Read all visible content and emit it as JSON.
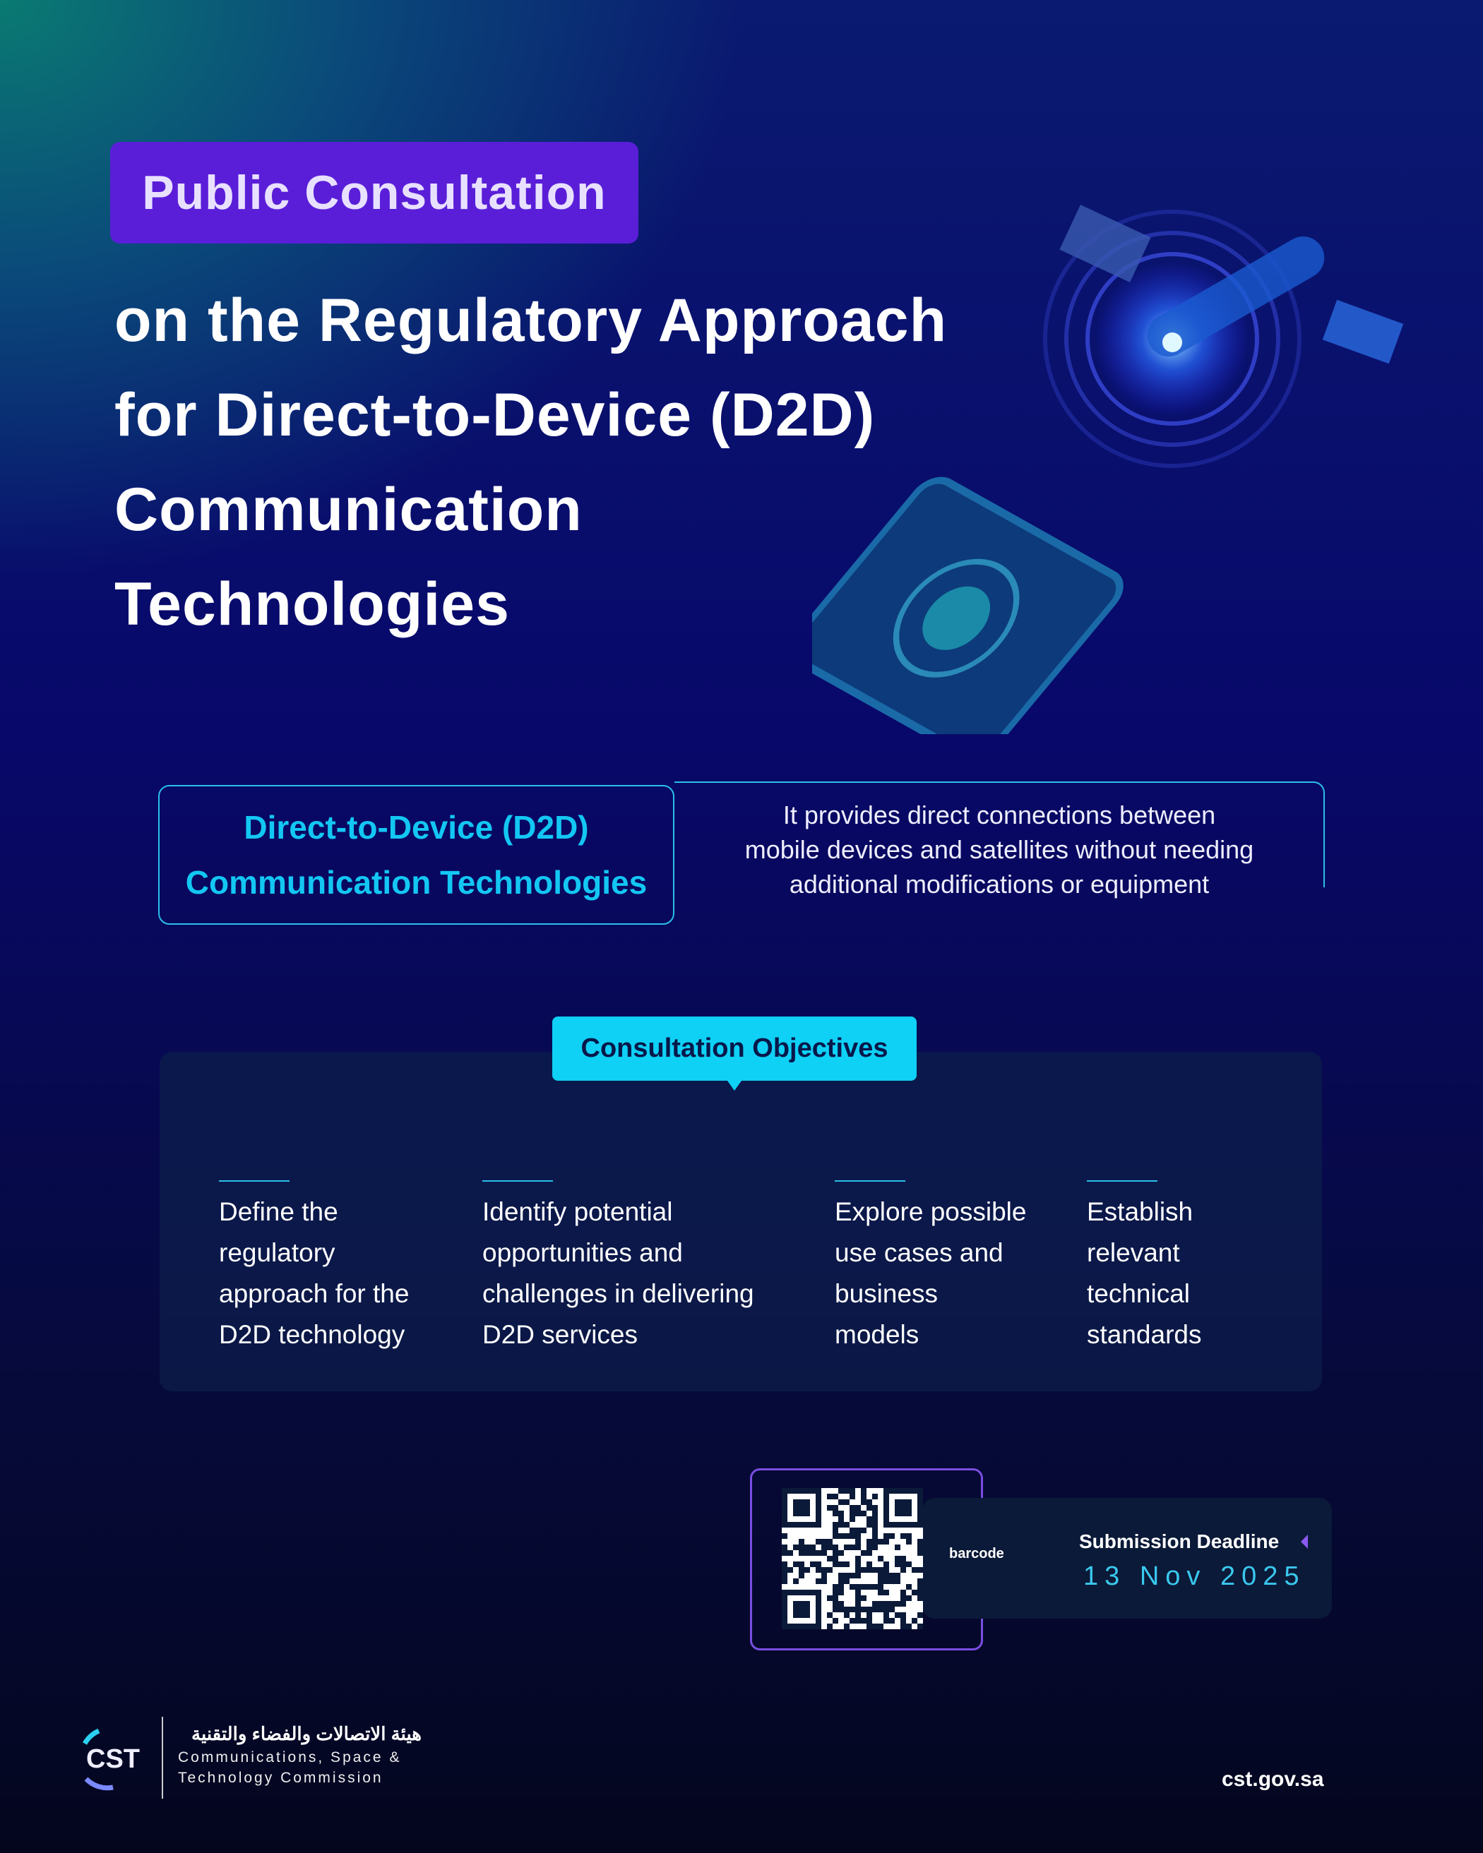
{
  "header": {
    "badge": "Public Consultation",
    "title_lines": [
      "on the Regulatory Approach",
      "for Direct-to-Device (D2D)",
      "Communication",
      "Technologies"
    ]
  },
  "definition": {
    "term_lines": [
      "Direct-to-Device (D2D)",
      "Communication Technologies"
    ],
    "description_lines": [
      "It provides direct connections between",
      "mobile devices and satellites without needing",
      "additional modifications or equipment"
    ]
  },
  "objectives": {
    "title": "Consultation Objectives",
    "items": [
      {
        "lines": [
          "Define the",
          "regulatory",
          "approach for the",
          "D2D technology"
        ]
      },
      {
        "lines": [
          "Identify potential",
          "opportunities and",
          "challenges in delivering",
          "D2D services"
        ]
      },
      {
        "lines": [
          "Explore possible",
          "use cases and",
          "business",
          "models"
        ]
      },
      {
        "lines": [
          "Establish",
          "relevant",
          "technical",
          "standards"
        ]
      }
    ]
  },
  "submission": {
    "qr_label": "barcode",
    "title": "Submission Deadline",
    "date": "13 Nov 2025"
  },
  "footer": {
    "logo_text": "CST",
    "org_arabic": "هيئة الاتصالات والفضاء والتقنية",
    "org_en_1": "Communications, Space &",
    "org_en_2": "Technology Commission",
    "url": "cst.gov.sa"
  },
  "colors": {
    "accent": "#13c7f3",
    "badge": "#5a1ed8",
    "panel": "#0e1e4b"
  }
}
